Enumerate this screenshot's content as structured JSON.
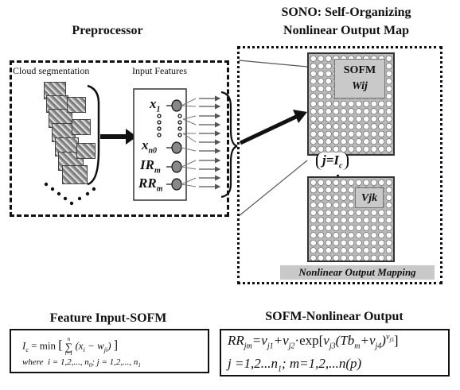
{
  "titles": {
    "preprocessor": "Preprocessor",
    "sono_line1": "SONO: Self-Organizing",
    "sono_line2": "Nonlinear Output Map",
    "feature_input": "Feature Input-SOFM",
    "sofm_output": "SOFM-Nonlinear Output"
  },
  "labels": {
    "cloud_segmentation": "Cloud segmentation",
    "input_features": "Input Features",
    "x1": "x",
    "x1_sub": "1",
    "xn0": "x",
    "xn0_sub": "n0",
    "ir": "IR",
    "ir_sub": "m",
    "rr": "RR",
    "rr_sub": "m",
    "sofm": "SOFM",
    "wij": "Wij",
    "j_ic": "j=I",
    "j_ic_sub": "c",
    "vjk": "Vjk",
    "nonlinear_mapping": "Nonlinear Output Mapping"
  },
  "formulas": {
    "ic_lhs": "I",
    "ic_sub": "c",
    "ic_eq": " = min",
    "ic_sum_top": "n",
    "ic_sum_bottom": "i=1",
    "ic_term": "(x",
    "ic_term_i": "i",
    "ic_term_mid": " − w",
    "ic_term_ji": "ji",
    "ic_term_end": ")",
    "where": "where",
    "where_rest": "i = 1,2,..., n",
    "where_n0": "0",
    "where_rest2": ";   j = 1,2,..., n",
    "where_n1": "1",
    "rr_lhs": "RR",
    "rr_sub": "jm",
    "rr_rhs": "=v",
    "rr_rhs_sub1": "j1",
    "rr_plus": "+v",
    "rr_sub2": "j2",
    "rr_exp": "·exp",
    "rr_v3": "v",
    "rr_v3_sub": "j3",
    "rr_tb": "(Tb",
    "rr_tb_sub": "m",
    "rr_v4": "+v",
    "rr_v4_sub": "j4",
    "rr_close": ")",
    "rr_pow": "v",
    "rr_pow_sub": "j5",
    "line2": "j =1,2...n",
    "line2_sub": "1",
    "line2b": "; m=1,2,...n(p)"
  }
}
